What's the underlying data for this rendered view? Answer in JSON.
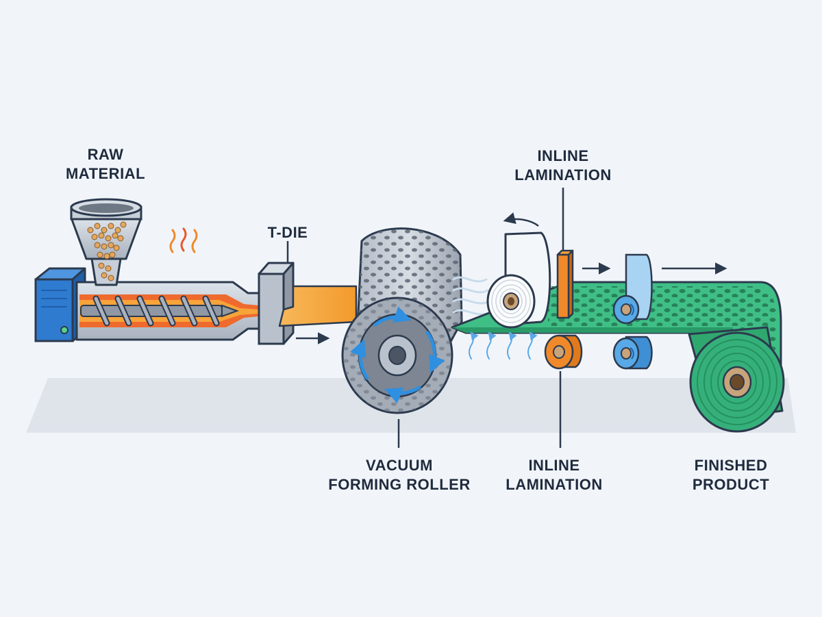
{
  "labels": {
    "raw_material": [
      "RAW",
      "MATERIAL"
    ],
    "t_die": "T-DIE",
    "inline_lamination_top": [
      "INLINE",
      "LAMINATION"
    ],
    "vacuum_forming_roller": [
      "VACUUM",
      "FORMING ROLLER"
    ],
    "inline_lamination_bottom": [
      "INLINE",
      "LAMINATION"
    ],
    "finished_product": [
      "FINISHED",
      "PRODUCT"
    ]
  },
  "colors": {
    "background": "#f1f5fa",
    "outline": "#2c3a4e",
    "steel": "#b9c1cc",
    "heated_zone": "#e8572b",
    "molten_sheet": "#f5a43a",
    "motor": "#2f7bd0",
    "formed_sheet": "#35b07a",
    "lamination_roller": "#f0892a",
    "nip_roller": "#58a9e6",
    "vacuum_arrows": "#5aa8e8"
  }
}
